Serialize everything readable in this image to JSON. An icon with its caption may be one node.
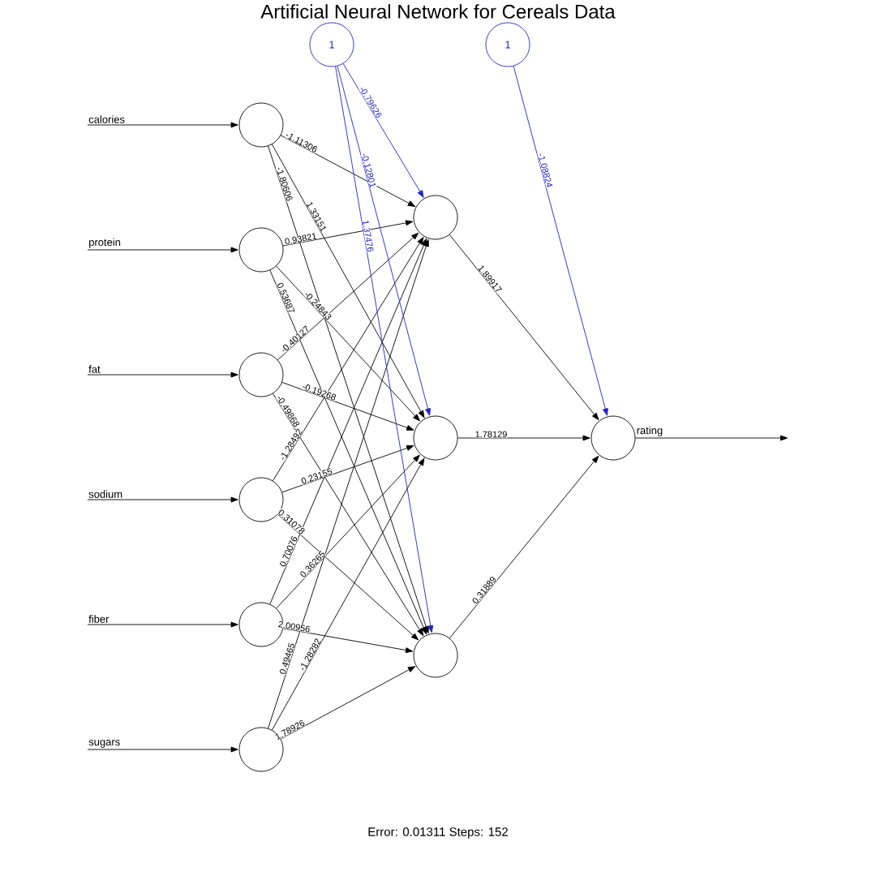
{
  "diagram": {
    "title": "Artificial Neural Network for Cereals Data",
    "nodes": [
      {
        "text": [
          "1"
        ]
      },
      {
        "text": [
          "1"
        ]
      },
      {
        "text": [],
        "shape": "circle"
      },
      {
        "text": [],
        "shape": "circle"
      },
      {
        "text": [],
        "shape": "circle"
      },
      {
        "text": [],
        "shape": "circle"
      },
      {
        "text": [],
        "shape": "circle"
      },
      {
        "text": [],
        "shape": "circle"
      },
      {
        "text": [],
        "shape": "circle"
      },
      {
        "text": [],
        "shape": "circle"
      },
      {
        "text": [],
        "shape": "circle"
      },
      {
        "text": [],
        "shape": "circle"
      }
    ],
    "edges": [
      {
        "from": null,
        "to": 2,
        "arrow": "to",
        "label": "calories"
      },
      {
        "from": null,
        "to": 3,
        "arrow": "to",
        "label": "protein"
      },
      {
        "from": null,
        "to": 4,
        "arrow": "to",
        "label": "fat"
      },
      {
        "from": null,
        "to": 5,
        "arrow": "to",
        "label": "sodium"
      },
      {
        "from": null,
        "to": 6,
        "arrow": "to",
        "label": "fiber"
      },
      {
        "from": null,
        "to": 7,
        "arrow": "to",
        "label": "sugars"
      },
      {
        "from": 2,
        "to": 8,
        "arrow": "to",
        "label": "-1.11306"
      },
      {
        "from": 2,
        "to": 9,
        "arrow": "to",
        "label": "1.33151"
      },
      {
        "from": 2,
        "to": 10,
        "arrow": "to",
        "label": "-1.80606"
      },
      {
        "from": 3,
        "to": 8,
        "arrow": "to",
        "label": "0.93821"
      },
      {
        "from": 3,
        "to": 9,
        "arrow": "to",
        "label": "-0.24843"
      },
      {
        "from": 3,
        "to": 10,
        "arrow": "to",
        "label": "0.53687"
      },
      {
        "from": 4,
        "to": 8,
        "arrow": "to",
        "label": "-0.40127"
      },
      {
        "from": 4,
        "to": 9,
        "arrow": "to",
        "label": "-0.19268"
      },
      {
        "from": 4,
        "to": 10,
        "arrow": "to",
        "label": "-0.49868"
      },
      {
        "from": 5,
        "to": 8,
        "arrow": "to",
        "label": "-1.28492"
      },
      {
        "from": 5,
        "to": 9,
        "arrow": "to",
        "label": "0.23155"
      },
      {
        "from": 5,
        "to": 10,
        "arrow": "to",
        "label": "0.31078"
      },
      {
        "from": 6,
        "to": 8,
        "arrow": "to",
        "label": "0.70076"
      },
      {
        "from": 6,
        "to": 9,
        "arrow": "to",
        "label": "0.36265"
      },
      {
        "from": 6,
        "to": 10,
        "arrow": "to",
        "label": "2.00956"
      },
      {
        "from": 7,
        "to": 8,
        "arrow": "to",
        "label": "0.49465"
      },
      {
        "from": 7,
        "to": 9,
        "arrow": "to",
        "label": "-1.28282"
      },
      {
        "from": 7,
        "to": 10,
        "arrow": "to",
        "label": "1.78926"
      },
      {
        "from": 0,
        "to": 8,
        "arrow": "to",
        "label": "-0.79626",
        "color": "#2323c8"
      },
      {
        "from": 0,
        "to": 9,
        "arrow": "to",
        "label": "-0.12801",
        "color": "#2323c8"
      },
      {
        "from": 0,
        "to": 10,
        "arrow": "to",
        "label": "1.37476",
        "color": "#2323c8"
      },
      {
        "from": 8,
        "to": 11,
        "arrow": "to",
        "label": "1.89917"
      },
      {
        "from": 9,
        "to": 11,
        "arrow": "to",
        "label": "1.78129"
      },
      {
        "from": 10,
        "to": 11,
        "arrow": "to",
        "label": "0.31889"
      },
      {
        "from": 1,
        "to": 11,
        "arrow": "to",
        "label": "-1.08824",
        "color": "#2323c8"
      },
      {
        "from": 11,
        "to": null,
        "arrow": "to",
        "label": "rating"
      }
    ],
    "labels": [
      "Error: 0.01311   Steps: 152"
    ]
  }
}
